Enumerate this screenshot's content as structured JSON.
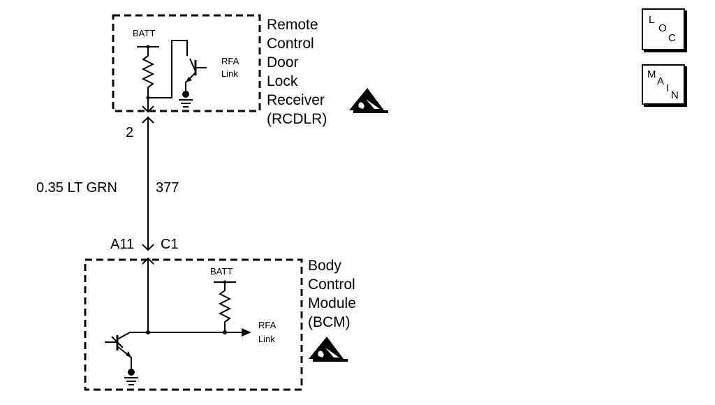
{
  "rcdlr": {
    "name_lines": [
      "Remote",
      "Control",
      "Door",
      "Lock",
      "Receiver",
      "(RCDLR)"
    ],
    "batt_label": "BATT",
    "rfa_lines": [
      "RFA",
      "Link"
    ],
    "pin": "2"
  },
  "wire": {
    "gauge_color": "0.35 LT GRN",
    "circuit": "377"
  },
  "bcm": {
    "connector_pin": "A11",
    "connector": "C1",
    "name_lines": [
      "Body",
      "Control",
      "Module",
      "(BCM)"
    ],
    "batt_label": "BATT",
    "rfa_lines": [
      "RFA",
      "Link"
    ]
  },
  "nav": {
    "loc": {
      "letters": [
        "L",
        "O",
        "C"
      ]
    },
    "main": {
      "letters": [
        "M",
        "A",
        "I",
        "N"
      ]
    }
  },
  "icons": [
    "esd-warning-icon",
    "ground-icon",
    "resistor-icon",
    "transistor-icon"
  ]
}
